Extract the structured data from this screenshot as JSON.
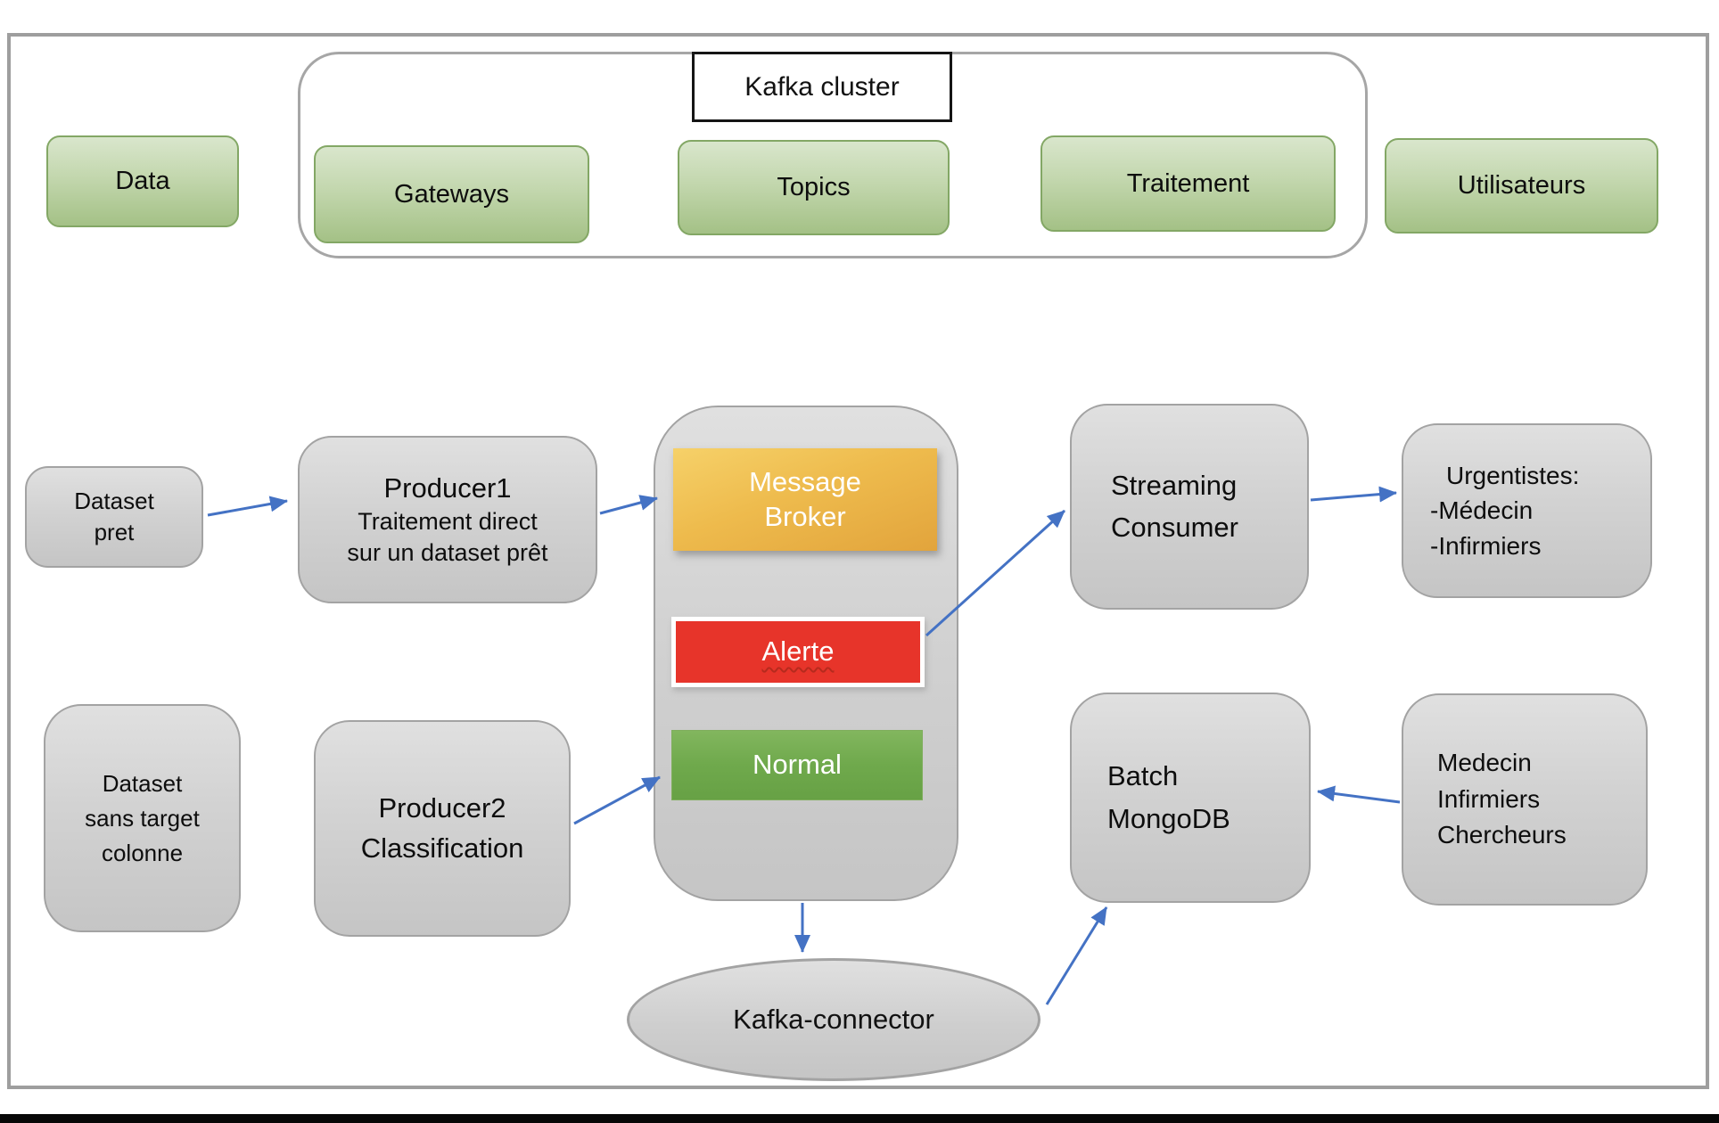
{
  "diagram": {
    "type": "architecture-flow",
    "title": "Kafka cluster"
  },
  "top_row": {
    "cluster_label": "Kafka cluster",
    "data_label": "Data",
    "gateways_label": "Gateways",
    "topics_label": "Topics",
    "traitement_label": "Traitement",
    "utilisateurs_label": "Utilisateurs"
  },
  "nodes": {
    "dataset_pret": {
      "line1": "Dataset",
      "line2": "pret"
    },
    "producer1": {
      "title": "Producer1",
      "line1": "Traitement direct",
      "line2": "sur un dataset prêt"
    },
    "message_broker": {
      "line1": "Message",
      "line2": "Broker"
    },
    "alerte": {
      "label": "Alerte"
    },
    "normal": {
      "label": "Normal"
    },
    "streaming_consumer": {
      "line1": "Streaming",
      "line2": "Consumer"
    },
    "urgentistes": {
      "title": "Urgentistes:",
      "line1": "-Médecin",
      "line2": "-Infirmiers"
    },
    "dataset_sans_target": {
      "line1": "Dataset",
      "line2": "sans target",
      "line3": "colonne"
    },
    "producer2": {
      "line1": "Producer2",
      "line2": "Classification"
    },
    "batch_mongodb": {
      "line1": "Batch",
      "line2": "MongoDB"
    },
    "medecin_group": {
      "line1": "Medecin",
      "line2": "Infirmiers",
      "line3": "Chercheurs"
    },
    "kafka_connector": {
      "label": "Kafka-connector"
    }
  },
  "colors": {
    "green_fill": "#a4c186",
    "green_border": "#83a765",
    "gray_fill": "#d2d2d2",
    "gray_border": "#a3a3a3",
    "broker_gold": "#eebb4d",
    "alert_red": "#e7342a",
    "normal_green": "#6fa94c",
    "arrow_blue": "#4472c4",
    "frame_border": "#9e9e9e"
  }
}
